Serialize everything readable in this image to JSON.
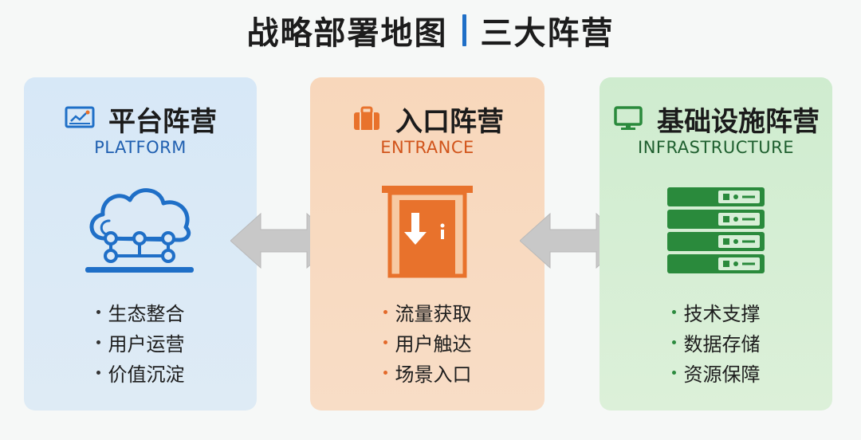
{
  "title": {
    "left": "战略部署地图",
    "right": "三大阵营"
  },
  "colors": {
    "platform": "#1f6fc7",
    "entrance": "#e8722c",
    "infrastructure": "#2a8a3c",
    "arrow": "#c9c9c9"
  },
  "panels": {
    "platform": {
      "name": "平台阵营",
      "subtitle": "PLATFORM",
      "header_icon": "chart-monitor-icon",
      "illustration": "cloud-network-icon",
      "items": [
        "生态整合",
        "用户运营",
        "价值沉淀"
      ]
    },
    "entrance": {
      "name": "入口阵营",
      "subtitle": "ENTRANCE",
      "header_icon": "briefcase-icon",
      "illustration": "door-entrance-icon",
      "items": [
        "流量获取",
        "用户触达",
        "场景入口"
      ]
    },
    "infrastructure": {
      "name": "基础设施阵营",
      "subtitle": "INFRASTRUCTURE",
      "header_icon": "monitor-icon",
      "illustration": "server-stack-icon",
      "items": [
        "技术支撑",
        "数据存储",
        "资源保障"
      ]
    }
  },
  "connectors": [
    {
      "from": "platform",
      "to": "entrance",
      "icon": "double-arrow-icon"
    },
    {
      "from": "entrance",
      "to": "infrastructure",
      "icon": "double-arrow-icon"
    }
  ]
}
